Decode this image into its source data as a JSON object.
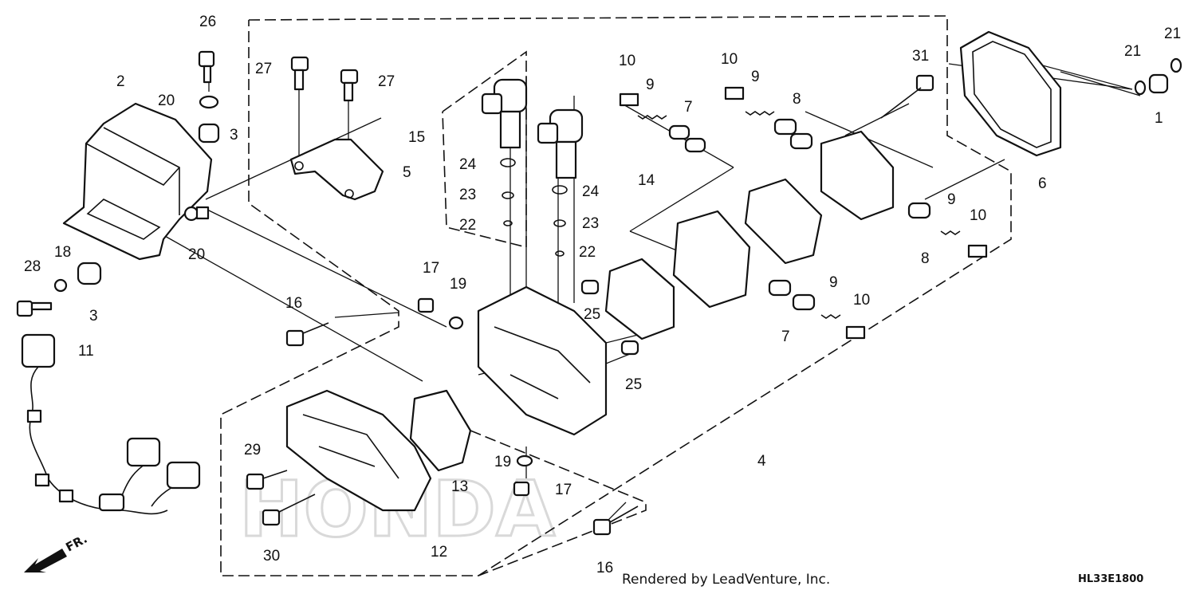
{
  "callouts": [
    {
      "id": "c26",
      "text": "26"
    },
    {
      "id": "c2",
      "text": "2"
    },
    {
      "id": "c20a",
      "text": "20"
    },
    {
      "id": "c3a",
      "text": "3"
    },
    {
      "id": "c20b",
      "text": "20"
    },
    {
      "id": "c28",
      "text": "28"
    },
    {
      "id": "c18",
      "text": "18"
    },
    {
      "id": "c3b",
      "text": "3"
    },
    {
      "id": "c11",
      "text": "11"
    },
    {
      "id": "c27a",
      "text": "27"
    },
    {
      "id": "c27b",
      "text": "27"
    },
    {
      "id": "c5",
      "text": "5"
    },
    {
      "id": "c15",
      "text": "15"
    },
    {
      "id": "c24a",
      "text": "24"
    },
    {
      "id": "c23a",
      "text": "23"
    },
    {
      "id": "c22a",
      "text": "22"
    },
    {
      "id": "c14",
      "text": "14"
    },
    {
      "id": "c24b",
      "text": "24"
    },
    {
      "id": "c23b",
      "text": "23"
    },
    {
      "id": "c22b",
      "text": "22"
    },
    {
      "id": "c10a",
      "text": "10"
    },
    {
      "id": "c9a",
      "text": "9"
    },
    {
      "id": "c7a",
      "text": "7"
    },
    {
      "id": "c10b",
      "text": "10"
    },
    {
      "id": "c9b",
      "text": "9"
    },
    {
      "id": "c8a",
      "text": "8"
    },
    {
      "id": "c31",
      "text": "31"
    },
    {
      "id": "c21a",
      "text": "21"
    },
    {
      "id": "c21b",
      "text": "21"
    },
    {
      "id": "c1",
      "text": "1"
    },
    {
      "id": "c6",
      "text": "6"
    },
    {
      "id": "c9c",
      "text": "9"
    },
    {
      "id": "c10c",
      "text": "10"
    },
    {
      "id": "c8b",
      "text": "8"
    },
    {
      "id": "c9d",
      "text": "9"
    },
    {
      "id": "c10d",
      "text": "10"
    },
    {
      "id": "c7b",
      "text": "7"
    },
    {
      "id": "c17a",
      "text": "17"
    },
    {
      "id": "c19a",
      "text": "19"
    },
    {
      "id": "c16a",
      "text": "16"
    },
    {
      "id": "c25a",
      "text": "25"
    },
    {
      "id": "c25b",
      "text": "25"
    },
    {
      "id": "c4",
      "text": "4"
    },
    {
      "id": "c29",
      "text": "29"
    },
    {
      "id": "c13",
      "text": "13"
    },
    {
      "id": "c19b",
      "text": "19"
    },
    {
      "id": "c17b",
      "text": "17"
    },
    {
      "id": "c30",
      "text": "30"
    },
    {
      "id": "c12",
      "text": "12"
    },
    {
      "id": "c16b",
      "text": "16"
    }
  ],
  "footer": {
    "credit": "Rendered by LeadVenture, Inc.",
    "diagram_code": "HL33E1800",
    "direction_label": "FR."
  },
  "watermark": "HONDA"
}
